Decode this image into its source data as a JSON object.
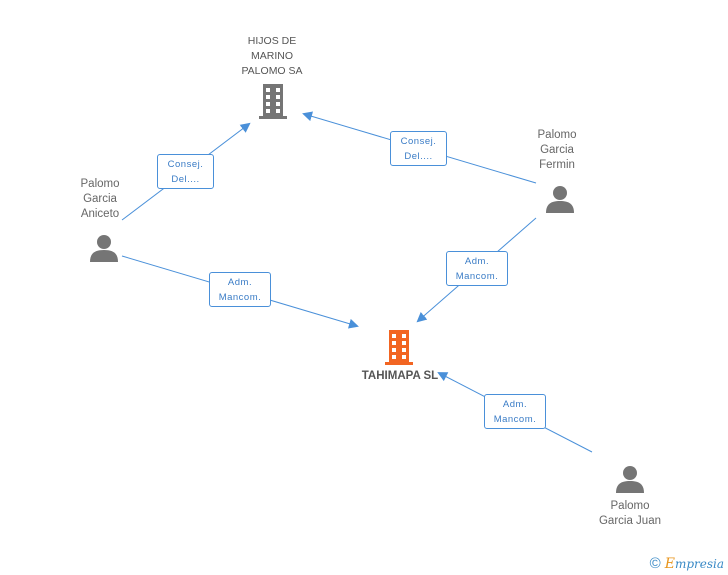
{
  "colors": {
    "edge": "#4a90d9",
    "person": "#757575",
    "company": "#757575",
    "main_company": "#f26522"
  },
  "nodes": {
    "hijos": {
      "label": "HIJOS DE\nMARINO\nPALOMO SA",
      "icon": "building-icon"
    },
    "tahimapa": {
      "label": "TAHIMAPA SL",
      "icon": "building-icon"
    },
    "aniceto": {
      "label": "Palomo\nGarcia\nAniceto",
      "icon": "person-icon"
    },
    "fermin": {
      "label": "Palomo\nGarcia\nFermin",
      "icon": "person-icon"
    },
    "juan": {
      "label": "Palomo\nGarcia Juan",
      "icon": "person-icon"
    }
  },
  "edges": {
    "aniceto_hijos": "Consej.\nDel....",
    "fermin_hijos": "Consej.\nDel....",
    "fermin_tahimapa": "Adm.\nMancom.",
    "aniceto_tahimapa": "Adm.\nMancom.",
    "juan_tahimapa": "Adm.\nMancom."
  },
  "footer": {
    "copyright": "©",
    "brand_first": "E",
    "brand_rest": "mpresia"
  }
}
